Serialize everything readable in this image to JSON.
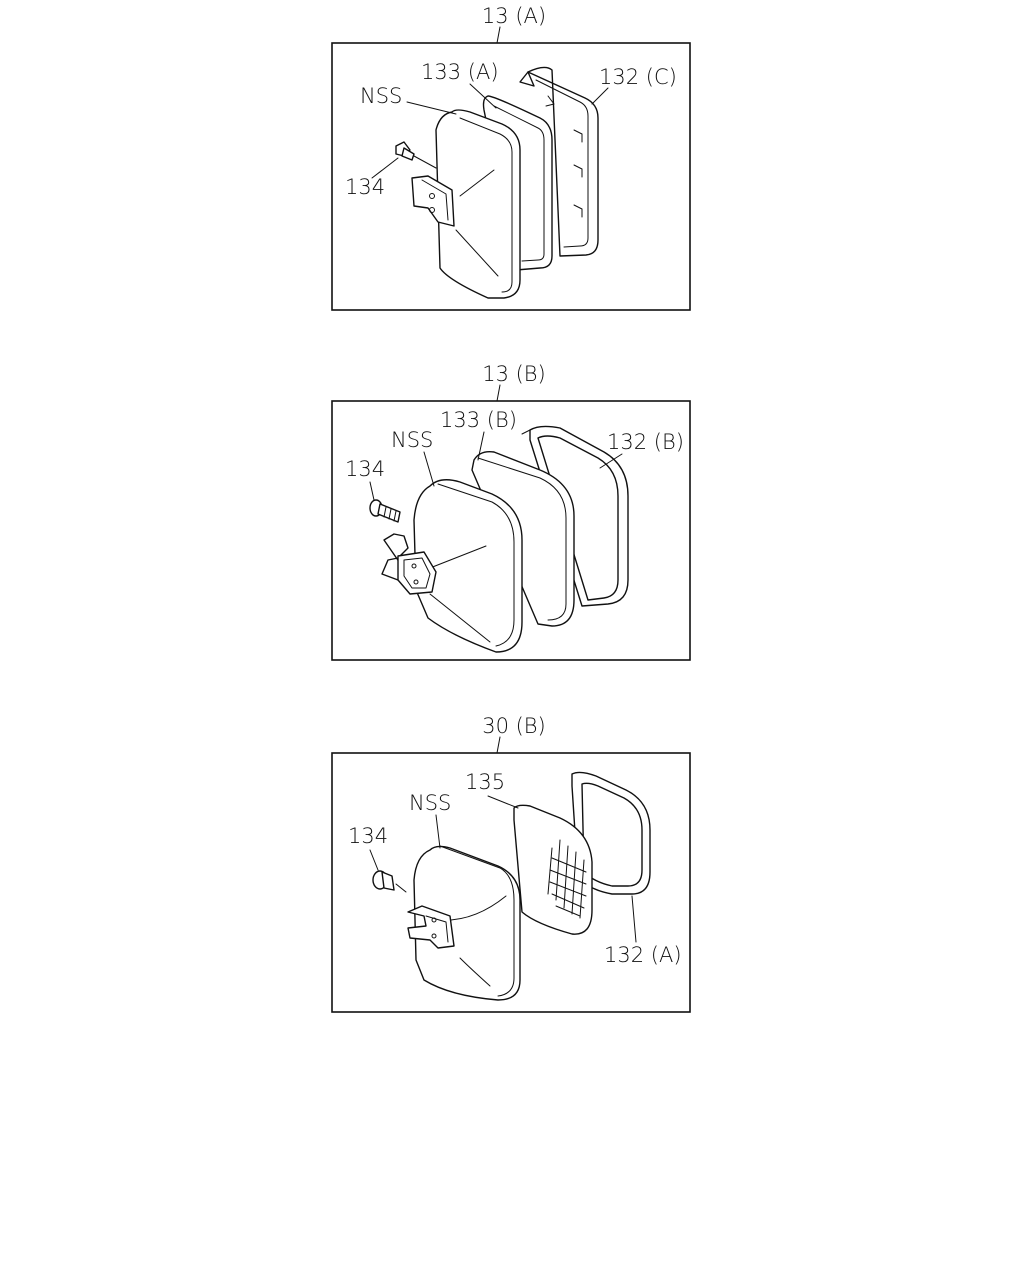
{
  "panels": [
    {
      "title": "13 (A)",
      "labels": {
        "gasket": "133 (A)",
        "housing": "NSS",
        "screw": "134",
        "frame": "132 (C)"
      }
    },
    {
      "title": "13 (B)",
      "labels": {
        "gasket": "133 (B)",
        "housing": "NSS",
        "screw": "134",
        "frame": "132 (B)"
      }
    },
    {
      "title": "30 (B)",
      "labels": {
        "glass": "135",
        "housing": "NSS",
        "screw": "134",
        "frame": "132 (A)"
      }
    }
  ]
}
